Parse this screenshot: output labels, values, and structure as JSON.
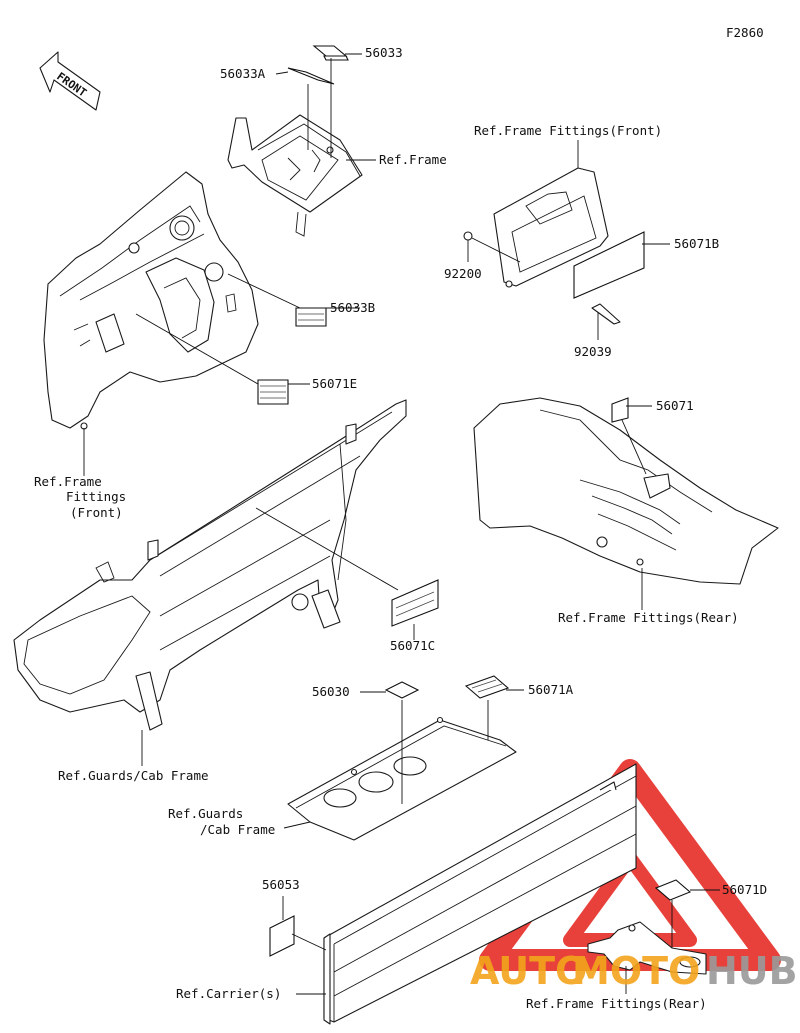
{
  "figure_id": "F2860",
  "front_label": "FRONT",
  "labels": {
    "p56033": "56033",
    "p56033A": "56033A",
    "ref_frame": "Ref.Frame",
    "ref_frame_fittings_front_top": "Ref.Frame Fittings(Front)",
    "p56071B": "56071B",
    "p92200": "92200",
    "p92039": "92039",
    "p56033B": "56033B",
    "p56071E": "56071E",
    "ref_ff_front_left_1": "Ref.Frame",
    "ref_ff_front_left_2": "Fittings",
    "ref_ff_front_left_3": "(Front)",
    "p56071": "56071",
    "ref_frame_fittings_rear_1": "Ref.Frame Fittings(Rear)",
    "p56071C": "56071C",
    "p56030": "56030",
    "p56071A": "56071A",
    "ref_guards_cab_1": "Ref.Guards/Cab Frame",
    "ref_guards_cab_2a": "Ref.Guards",
    "ref_guards_cab_2b": "/Cab Frame",
    "p56053": "56053",
    "p56071D": "56071D",
    "ref_carriers": "Ref.Carrier(s)",
    "ref_frame_fittings_rear_2": "Ref.Frame Fittings(Rear)"
  },
  "watermark": {
    "auto": "AUTO",
    "moto": "MOTO",
    "hub": "HUB",
    "color_triangle": "#e8403a",
    "color_auto": "#f3a51c",
    "color_hub": "#9a9a9a"
  }
}
